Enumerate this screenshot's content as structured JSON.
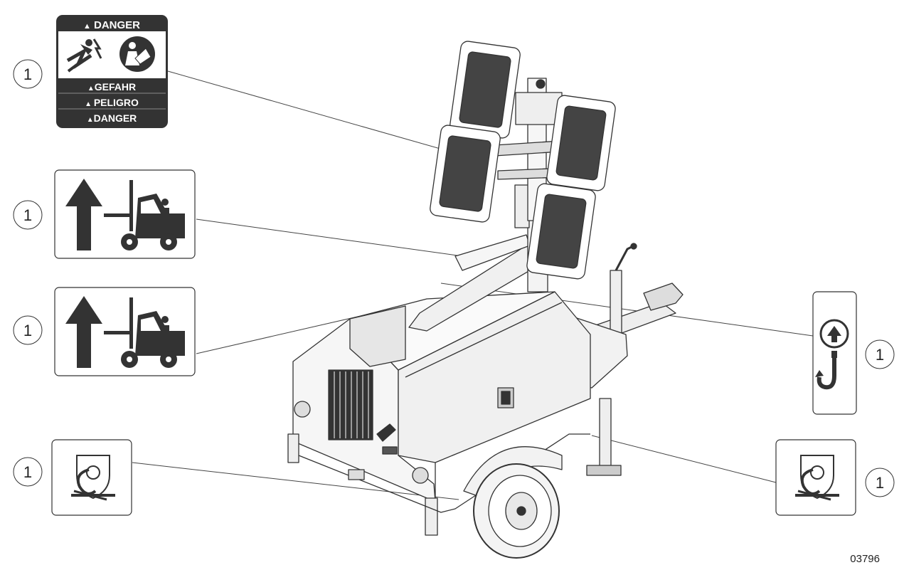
{
  "danger_decal": {
    "header": "DANGER",
    "rows": [
      "GEFAHR",
      "PELIGRO",
      "DANGER"
    ],
    "icons": [
      "electric-shock-icon",
      "read-manual-icon"
    ],
    "warning_glyph": "▲"
  },
  "forklift_decals": [
    {
      "icons": [
        "up-arrow-icon",
        "forklift-icon"
      ]
    },
    {
      "icons": [
        "up-arrow-icon",
        "forklift-icon"
      ]
    }
  ],
  "tiedown_decals": [
    {
      "icon": "tie-down-icon"
    },
    {
      "icon": "tie-down-icon"
    }
  ],
  "lift_decal": {
    "icons": [
      "up-arrow-circle-icon",
      "lifting-hook-icon"
    ]
  },
  "callouts": [
    {
      "id": "danger",
      "label": "1"
    },
    {
      "id": "forklift-upper",
      "label": "1"
    },
    {
      "id": "forklift-lower",
      "label": "1"
    },
    {
      "id": "tiedown-left",
      "label": "1"
    },
    {
      "id": "lift",
      "label": "1"
    },
    {
      "id": "tiedown-right",
      "label": "1"
    }
  ],
  "figure_number": "03796",
  "colors": {
    "line": "#222222",
    "decal_dark": "#333333",
    "decal_band": "#555555"
  }
}
